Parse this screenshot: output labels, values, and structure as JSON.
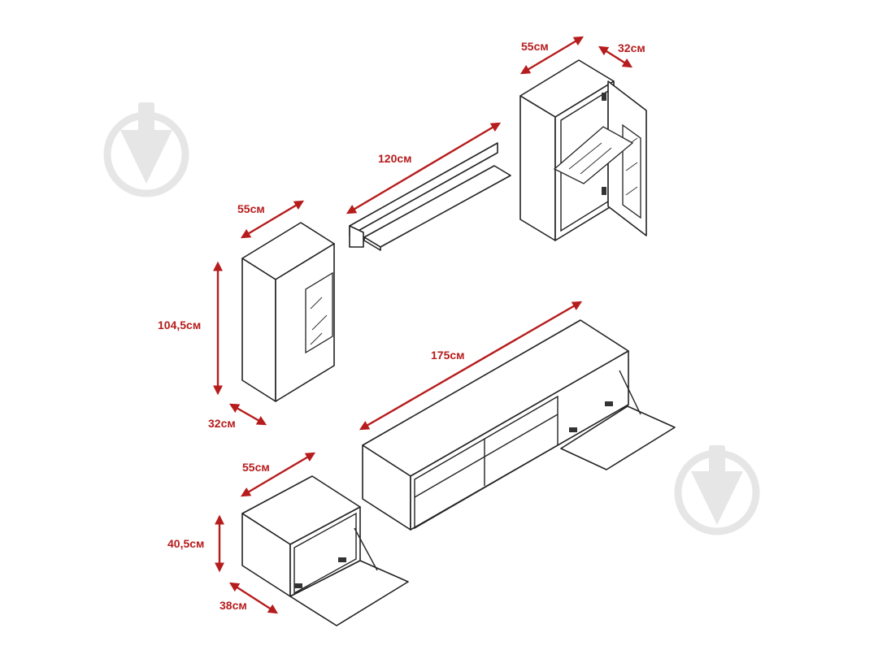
{
  "colors": {
    "accent": "#b71c1c",
    "line": "#222222",
    "watermark": "#e6e6e6"
  },
  "watermark_icon": "download-arrow-icon",
  "dimensions": {
    "top_cabinet_width": "55см",
    "top_cabinet_depth": "32см",
    "shelf_width": "120см",
    "glass_cabinet_width": "55см",
    "glass_cabinet_height": "104,5см",
    "glass_cabinet_depth": "32см",
    "tv_stand_width": "175см",
    "small_cabinet_width": "55см",
    "small_cabinet_height": "40,5см",
    "small_cabinet_depth": "38см"
  }
}
